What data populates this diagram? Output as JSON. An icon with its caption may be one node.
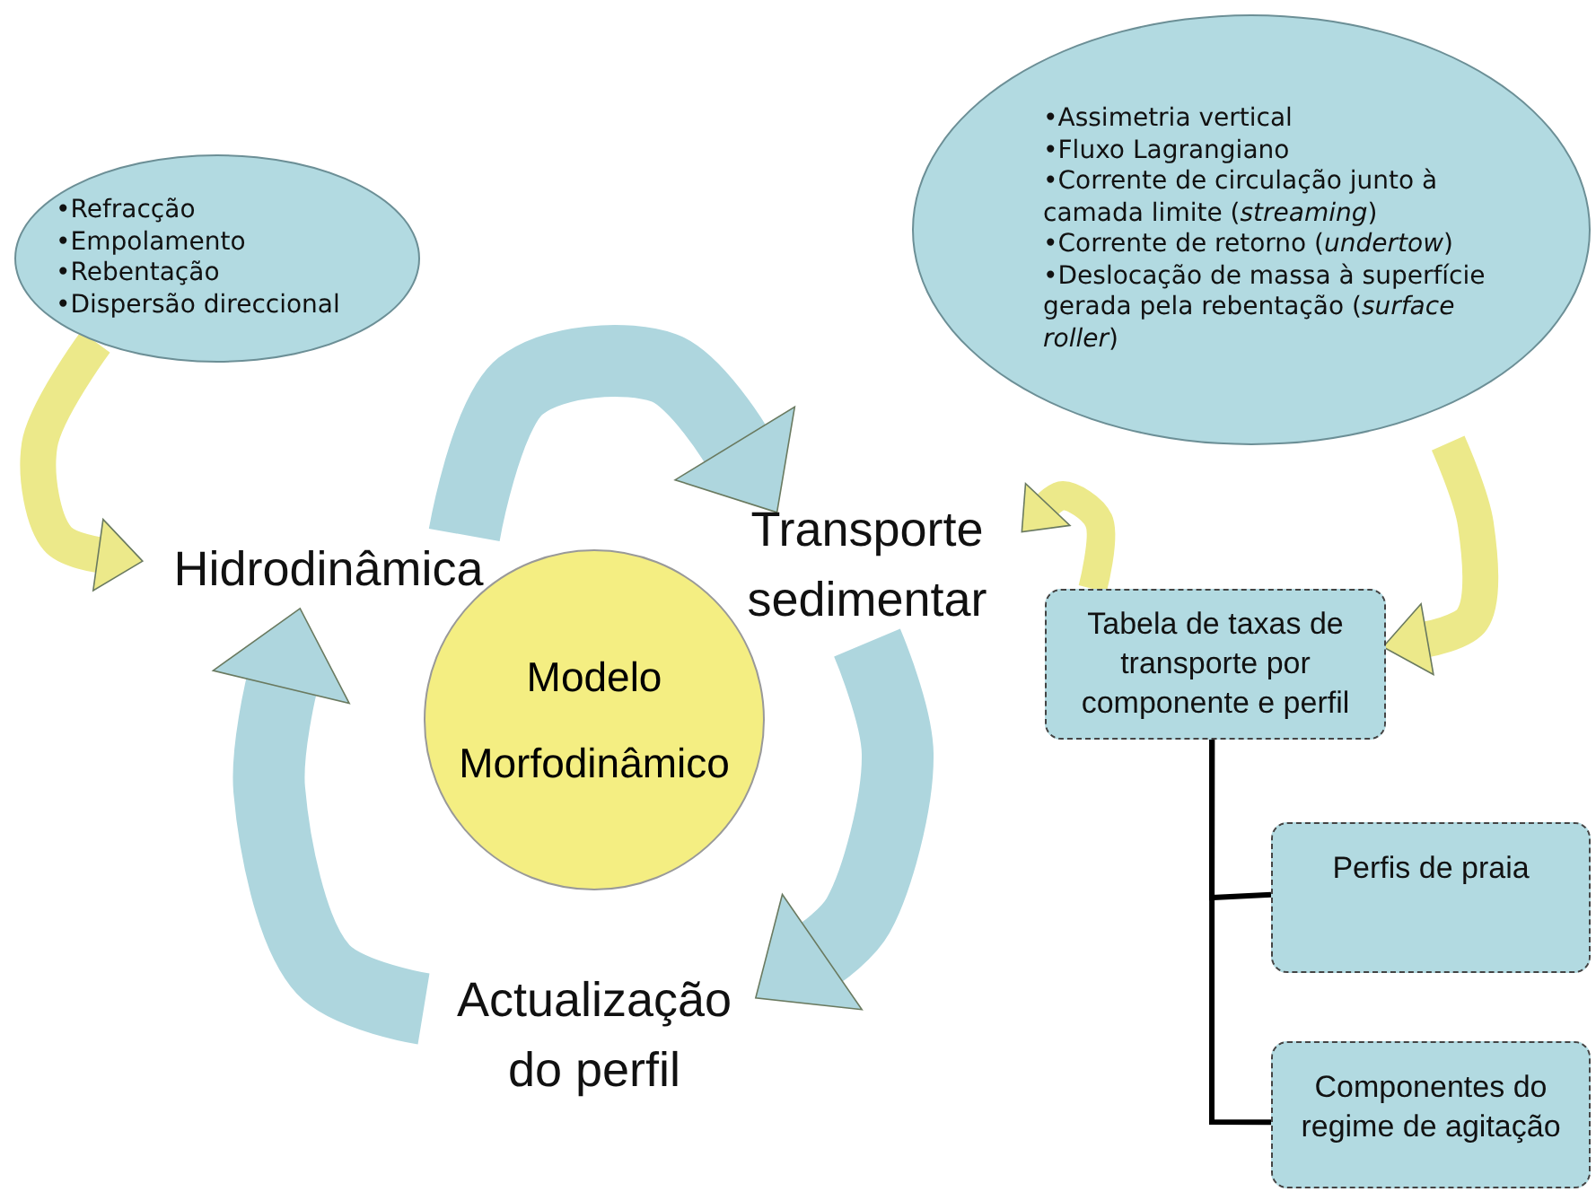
{
  "diagram": {
    "nodes": [
      {
        "text": [
          "•Refracção",
          "•Empolamento",
          "•Rebentação",
          "•Dispersão direccional"
        ]
      },
      {
        "text": [
          "Hidrodinâmica"
        ]
      },
      {
        "text": [
          "Transporte sedimentar"
        ]
      },
      {
        "text": [
          "Actualização do perfil"
        ]
      },
      {
        "text": [
          "Modelo Morfodinâmico"
        ]
      },
      {
        "text": [
          "•Assimetria vertical",
          "•Fluxo Lagrangiano",
          "•Corrente de circulação junto à camada limite (*streaming*)",
          "•Corrente de retorno (*undertow*)",
          "•Deslocação de massa à superfície gerada pela rebentação (*surface roller*)"
        ]
      },
      {
        "text": [
          "Tabela de taxas de transporte por componente e perfil"
        ]
      },
      {
        "text": [
          "Perfis de praia"
        ]
      },
      {
        "text": [
          "Componentes do regime de agitação"
        ]
      }
    ],
    "edges": [
      {
        "from": 0,
        "to": 1,
        "arrow": "to",
        "color": "#ece98a"
      },
      {
        "from": 1,
        "to": 2,
        "arrow": "to",
        "style": "thick",
        "color": "#aed6de"
      },
      {
        "from": 2,
        "to": 3,
        "arrow": "to",
        "style": "thick",
        "color": "#aed6de"
      },
      {
        "from": 3,
        "to": 1,
        "arrow": "to",
        "style": "thick",
        "color": "#aed6de"
      },
      {
        "from": 5,
        "to": 6,
        "arrow": "to",
        "color": "#ece98a"
      },
      {
        "from": 6,
        "to": 2,
        "arrow": "to",
        "color": "#ece98a"
      },
      {
        "from": 6,
        "to": 7,
        "arrow": "none",
        "color": "#000000"
      },
      {
        "from": 6,
        "to": 8,
        "arrow": "none",
        "color": "#000000"
      }
    ]
  }
}
